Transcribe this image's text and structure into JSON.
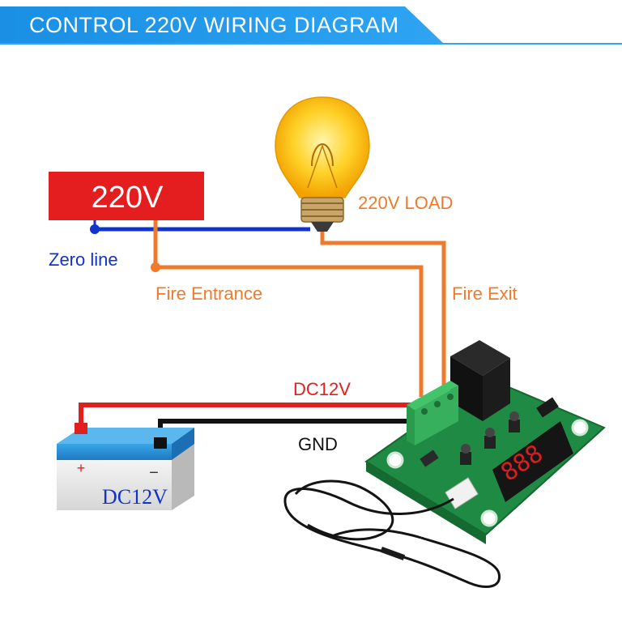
{
  "header": {
    "title": "CONTROL 220V WIRING DIAGRAM"
  },
  "diagram": {
    "power_source_label": "220V",
    "load_label": "220V LOAD",
    "zero_line_label": "Zero line",
    "fire_entrance_label": "Fire Entrance",
    "fire_exit_label": "Fire Exit",
    "dc_label": "DC12V",
    "gnd_label": "GND",
    "battery": {
      "plus": "+",
      "minus": "−",
      "label": "DC12V"
    }
  },
  "colors": {
    "header": "#1f96ea",
    "power_box": "#e41e1e",
    "zero_line": "#1133cc",
    "fire_line": "#f07a2c",
    "dc_line": "#e02020",
    "gnd_line": "#111111",
    "board": "#1f8a43"
  }
}
